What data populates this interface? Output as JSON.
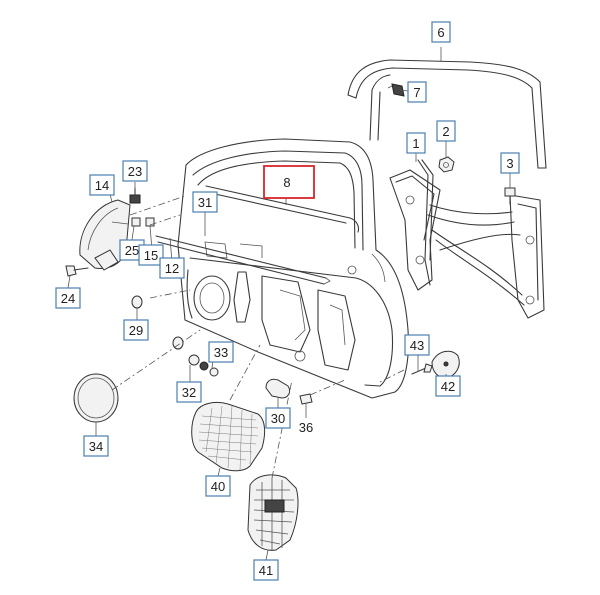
{
  "callouts": [
    {
      "id": "c6",
      "label": "6"
    },
    {
      "id": "c7",
      "label": "7"
    },
    {
      "id": "c1",
      "label": "1"
    },
    {
      "id": "c2",
      "label": "2"
    },
    {
      "id": "c3",
      "label": "3"
    },
    {
      "id": "c23",
      "label": "23"
    },
    {
      "id": "c14",
      "label": "14"
    },
    {
      "id": "c31",
      "label": "31"
    },
    {
      "id": "c8",
      "label": "8"
    },
    {
      "id": "c25",
      "label": "25"
    },
    {
      "id": "c15",
      "label": "15"
    },
    {
      "id": "c12",
      "label": "12"
    },
    {
      "id": "c24",
      "label": "24"
    },
    {
      "id": "c29",
      "label": "29"
    },
    {
      "id": "c33",
      "label": "33"
    },
    {
      "id": "c32",
      "label": "32"
    },
    {
      "id": "c43",
      "label": "43"
    },
    {
      "id": "c42",
      "label": "42"
    },
    {
      "id": "c30",
      "label": "30"
    },
    {
      "id": "c34",
      "label": "34"
    },
    {
      "id": "c40",
      "label": "40"
    },
    {
      "id": "c41",
      "label": "41"
    }
  ],
  "plain_labels": [
    {
      "id": "p36",
      "label": "36"
    }
  ],
  "highlighted_part": "8",
  "colors": {
    "callout_border": "#4a7fb0",
    "highlight_border": "#d8262b",
    "line": "#3a3a3a"
  }
}
